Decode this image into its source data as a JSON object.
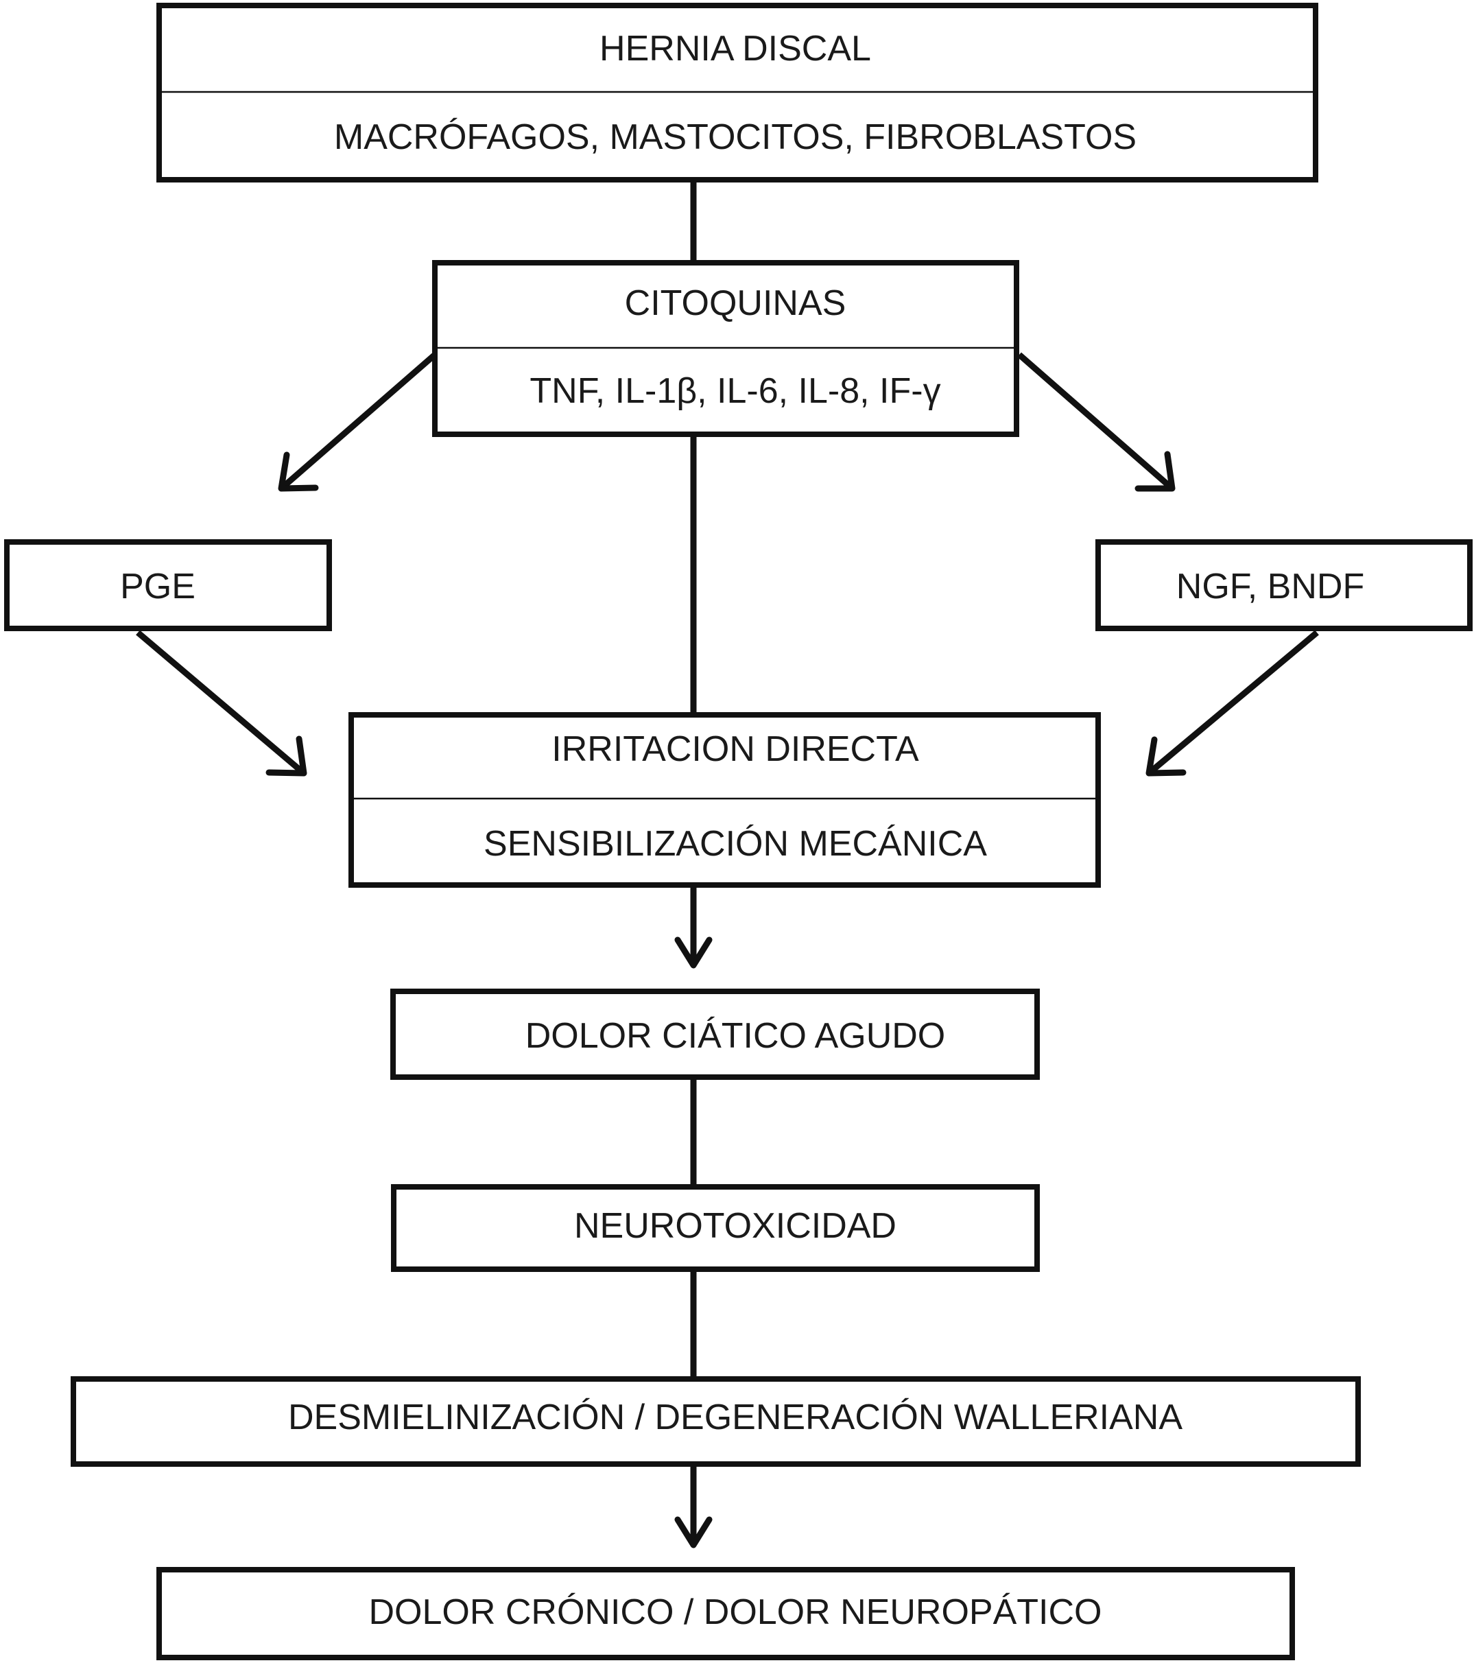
{
  "nodes": {
    "hernia": {
      "title": "HERNIA DISCAL",
      "subtitle": "MACRÓFAGOS, MASTOCITOS, FIBROBLASTOS"
    },
    "citoquinas": {
      "title": "CITOQUINAS",
      "subtitle": "TNF, IL-1β, IL-6, IL-8, IF-γ"
    },
    "pge": {
      "label": "PGE"
    },
    "ngf": {
      "label": "NGF, BNDF"
    },
    "irritacion": {
      "title": "IRRITACION DIRECTA",
      "subtitle": "SENSIBILIZACIÓN MECÁNICA"
    },
    "dolor_agudo": {
      "label": "DOLOR CIÁTICO AGUDO"
    },
    "neurotoxicidad": {
      "label": "NEUROTOXICIDAD"
    },
    "desmielinizacion": {
      "label": "DESMIELINIZACIÓN / DEGENERACIÓN WALLERIANA"
    },
    "dolor_cronico": {
      "label": "DOLOR CRÓNICO / DOLOR NEUROPÁTICO"
    }
  },
  "edges": [
    {
      "from": "hernia",
      "to": "citoquinas",
      "arrow": false
    },
    {
      "from": "citoquinas",
      "to": "pge",
      "arrow": true
    },
    {
      "from": "citoquinas",
      "to": "ngf",
      "arrow": true
    },
    {
      "from": "citoquinas",
      "to": "irritacion",
      "arrow": false
    },
    {
      "from": "pge",
      "to": "irritacion",
      "arrow": true
    },
    {
      "from": "ngf",
      "to": "irritacion",
      "arrow": true
    },
    {
      "from": "irritacion",
      "to": "dolor_agudo",
      "arrow": true
    },
    {
      "from": "dolor_agudo",
      "to": "neurotoxicidad",
      "arrow": false
    },
    {
      "from": "neurotoxicidad",
      "to": "desmielinizacion",
      "arrow": false
    },
    {
      "from": "desmielinizacion",
      "to": "dolor_cronico",
      "arrow": true
    }
  ]
}
